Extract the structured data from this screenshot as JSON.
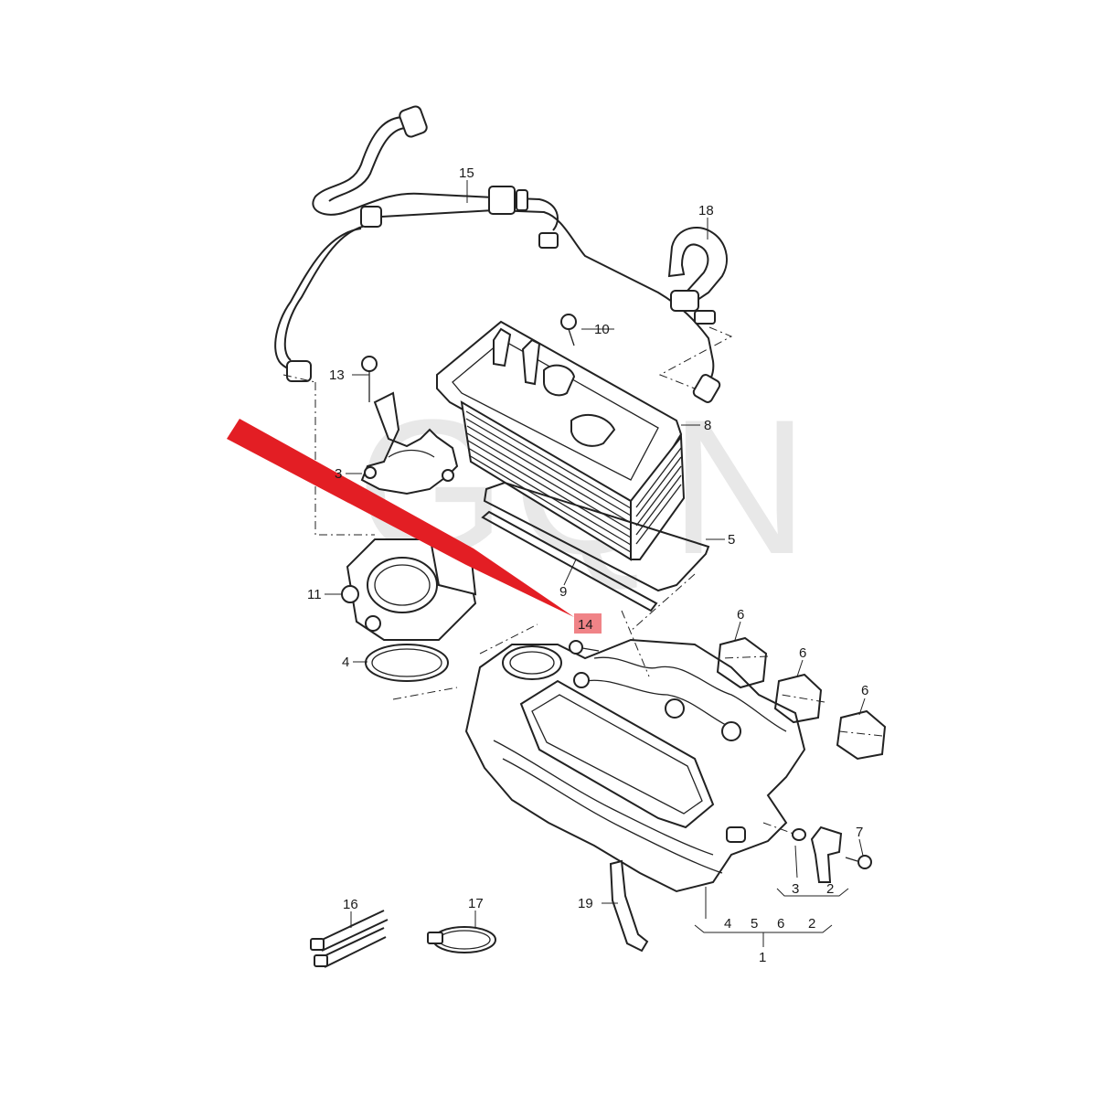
{
  "watermark": "GQN",
  "highlight_color": "#e31e24",
  "highlighted_part": "14",
  "callouts": [
    "15",
    "18",
    "10",
    "13",
    "8",
    "3",
    "5",
    "9",
    "11",
    "14",
    "4",
    "6",
    "6",
    "6",
    "7",
    "3",
    "2",
    "16",
    "17",
    "19",
    "4",
    "5",
    "6",
    "2",
    "1"
  ]
}
